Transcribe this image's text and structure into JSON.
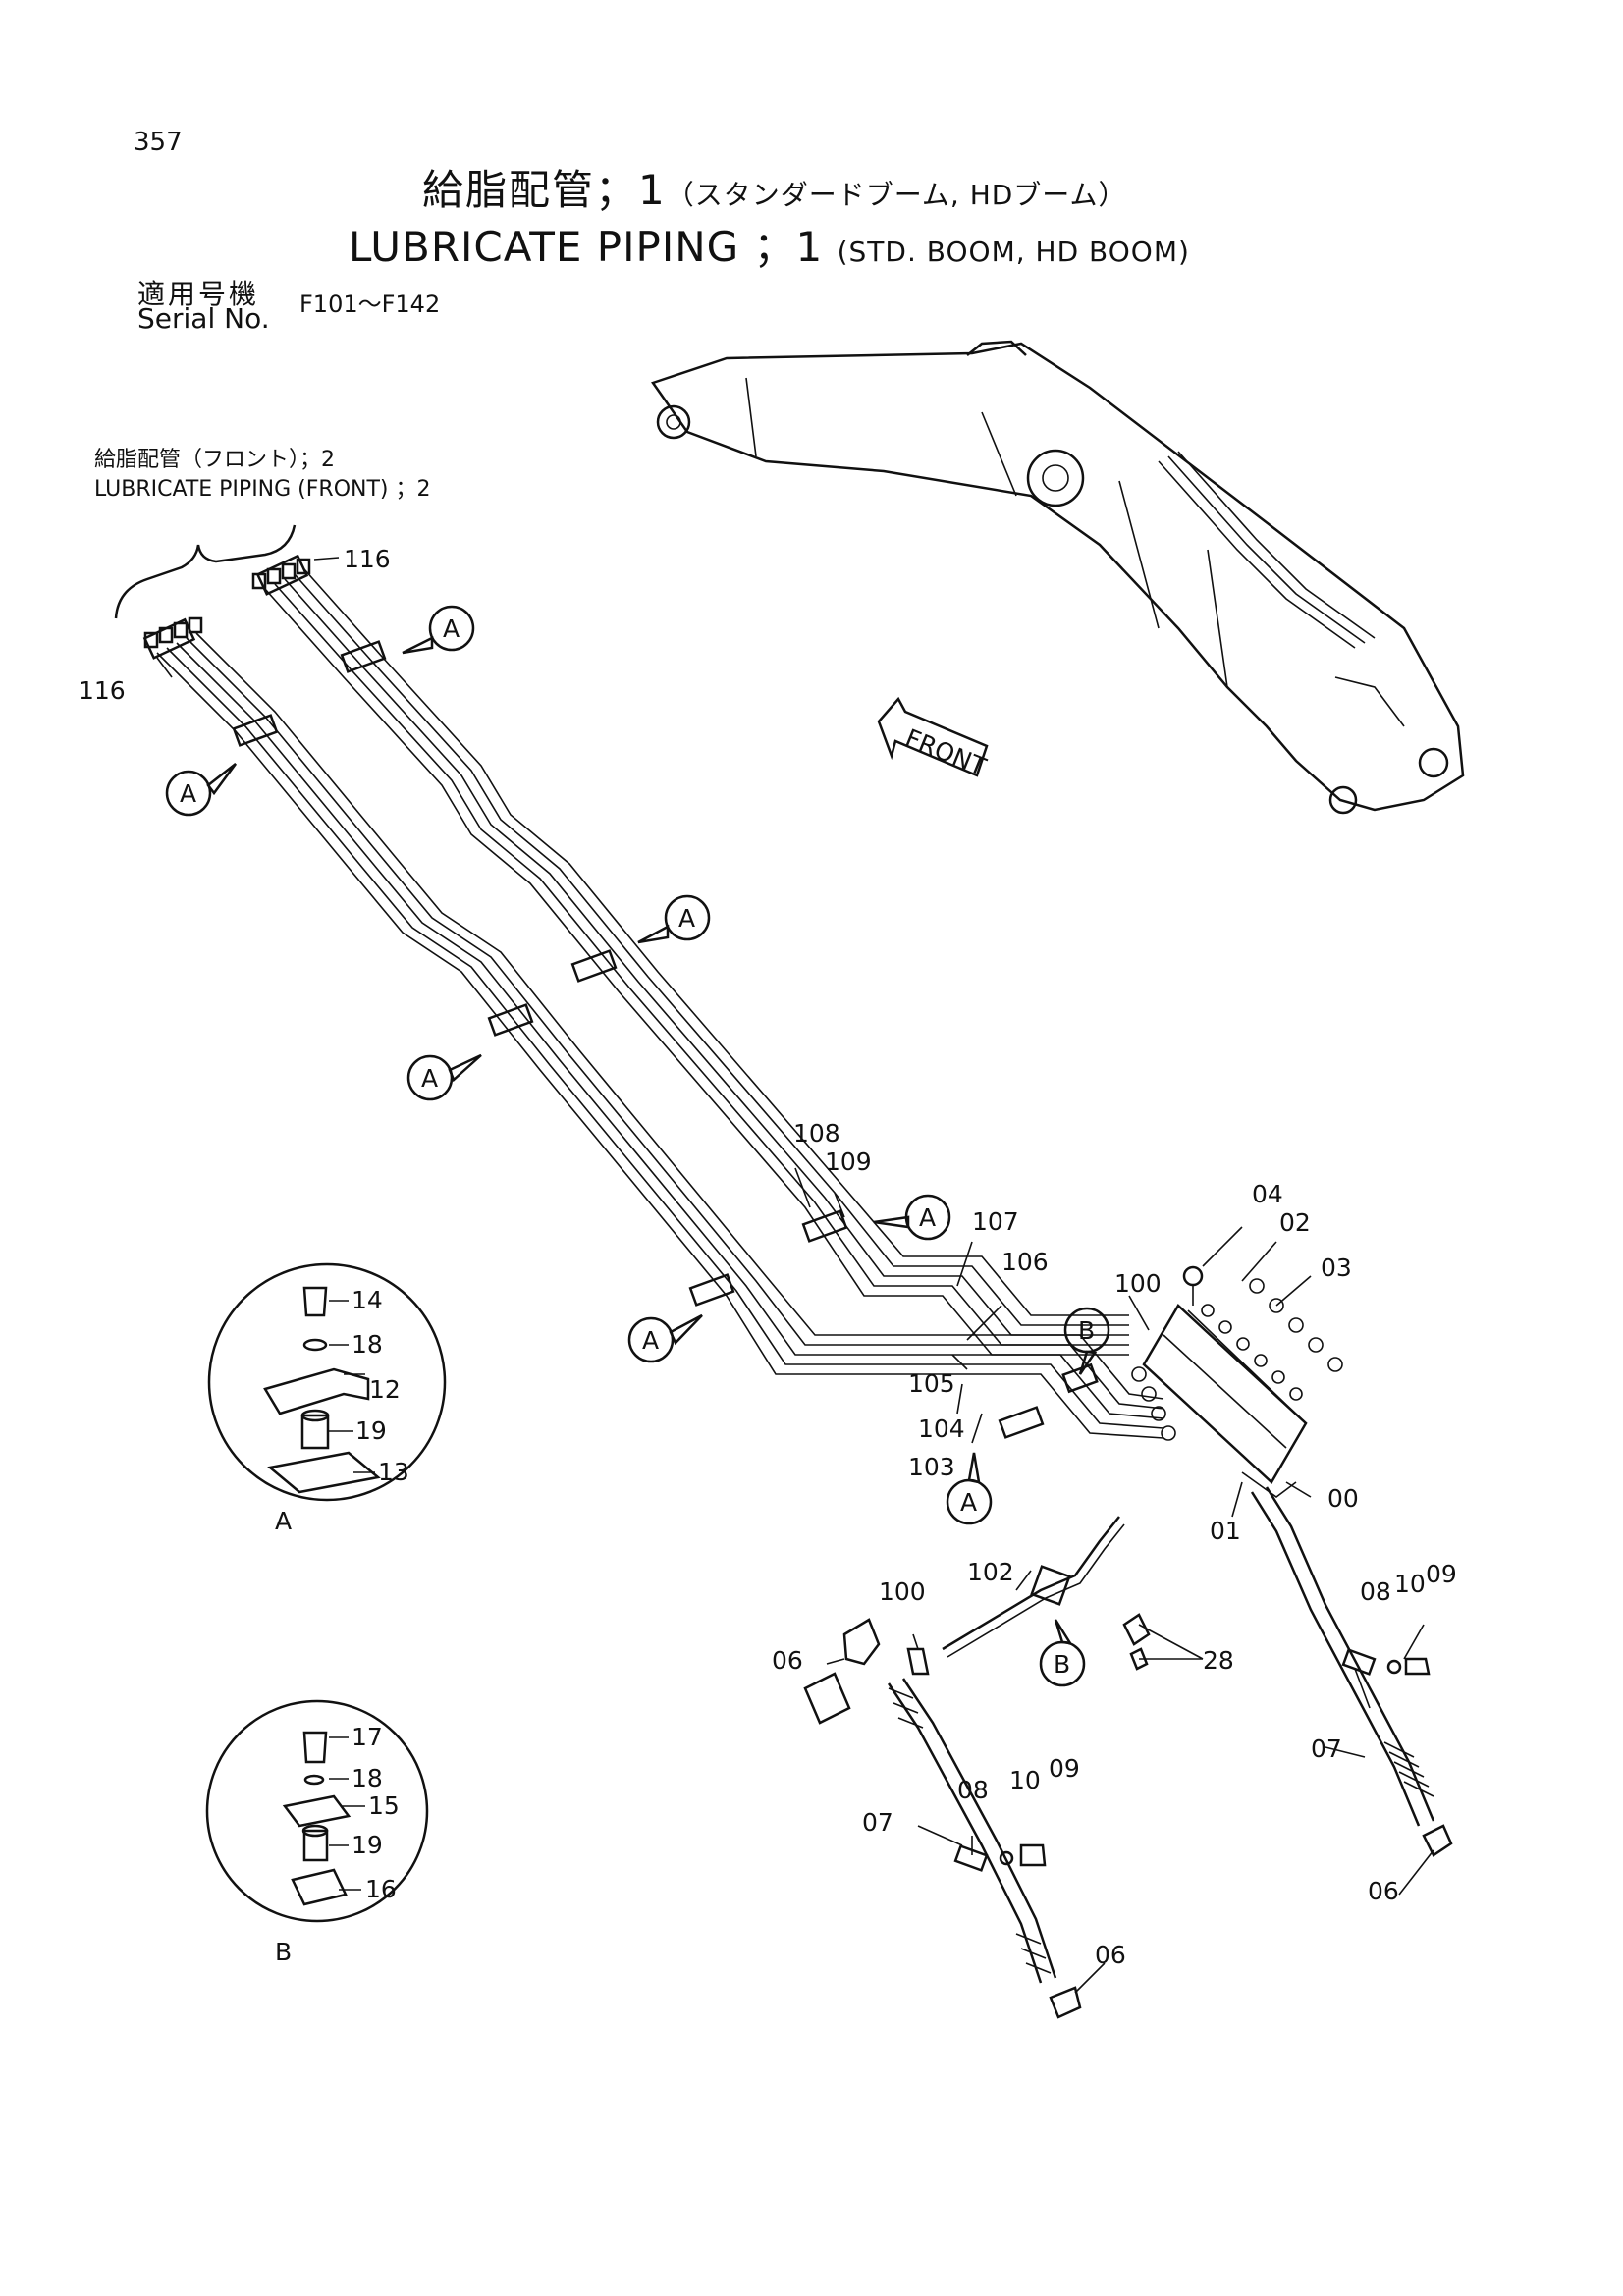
{
  "page_number": "357",
  "title": {
    "jp_main": "給脂配管；1",
    "jp_sub": "（スタンダードブーム, HDブーム）",
    "en_main": "LUBRICATE PIPING ；1",
    "en_sub": "(STD. BOOM, HD BOOM)"
  },
  "serial": {
    "label_jp": "適用号機",
    "label_en": "Serial No.",
    "range": "F101～F142"
  },
  "front_piping_note": {
    "jp": "給脂配管（フロント）；2",
    "en": "LUBRICATE PIPING (FRONT) ；2"
  },
  "front_arrow_label": "FRONT",
  "detail_a_label": "A",
  "detail_b_label": "B",
  "callouts": {
    "c116_left": "116",
    "c116_top": "116",
    "c108": "108",
    "c109": "109",
    "c107": "107",
    "c106": "106",
    "c105": "105",
    "c104": "104",
    "c103": "103",
    "c100_upper": "100",
    "c04": "04",
    "c02": "02",
    "c03": "03",
    "c00": "00",
    "c01": "01",
    "c102": "102",
    "c100_lower": "100",
    "c06_left": "06",
    "c28": "28",
    "c08_right": "08",
    "c10_right": "10",
    "c09_right": "09",
    "c07_right": "07",
    "c06_right": "06",
    "c07_left": "07",
    "c08_left": "08",
    "c10_left": "10",
    "c09_left": "09",
    "c06_bottom": "06",
    "a14": "14",
    "a18": "18",
    "a12": "12",
    "a19": "19",
    "a13": "13",
    "b17": "17",
    "b18": "18",
    "b15": "15",
    "b19": "19",
    "b16": "16"
  },
  "clamp_markers": [
    "A",
    "A",
    "A",
    "A",
    "A",
    "A",
    "A",
    "B",
    "B"
  ]
}
